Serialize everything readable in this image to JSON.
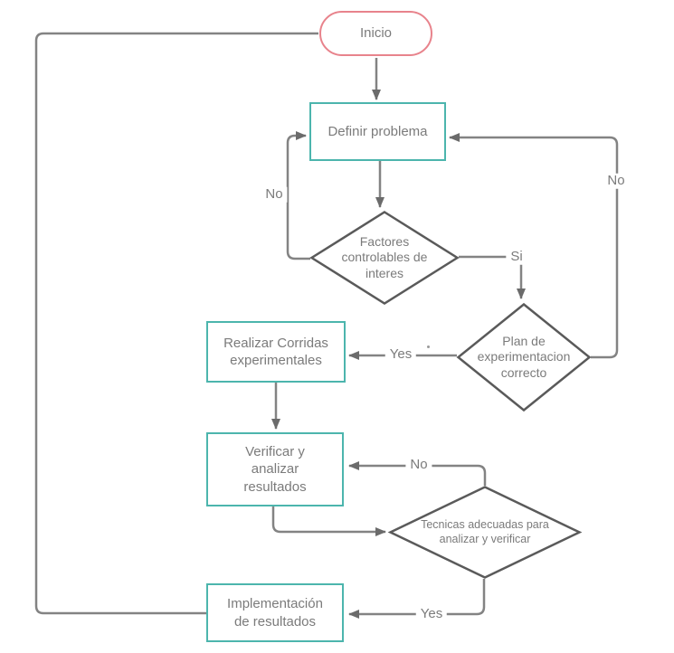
{
  "diagram": {
    "nodes": {
      "inicio": {
        "label": "Inicio",
        "shape": "terminator"
      },
      "definir_problema": {
        "label": "Definir problema",
        "shape": "process"
      },
      "factores": {
        "label": "Factores\ncontrolables de\ninteres",
        "shape": "decision"
      },
      "plan": {
        "label": "Plan de\nexperimentacion\ncorrecto",
        "shape": "decision"
      },
      "realizar": {
        "label": "Realizar Corridas\nexperimentales",
        "shape": "process"
      },
      "verificar": {
        "label": "Verificar y\nanalizar\nresultados",
        "shape": "process"
      },
      "tecnicas": {
        "label": "Tecnicas adecuadas para\nanalizar y verificar",
        "shape": "decision"
      },
      "implementacion": {
        "label": "Implementación\nde resultados",
        "shape": "process"
      }
    },
    "edge_labels": {
      "factores_no": "No",
      "factores_si": "Si",
      "plan_no": "No",
      "plan_yes": "Yes",
      "tecnicas_no": "No",
      "tecnicas_yes": "Yes"
    },
    "colors": {
      "terminator_border": "#e8838c",
      "process_border": "#4cb5ad",
      "decision_border": "#5a5a5a",
      "connector": "#838383",
      "text": "#7b7b7b"
    }
  }
}
